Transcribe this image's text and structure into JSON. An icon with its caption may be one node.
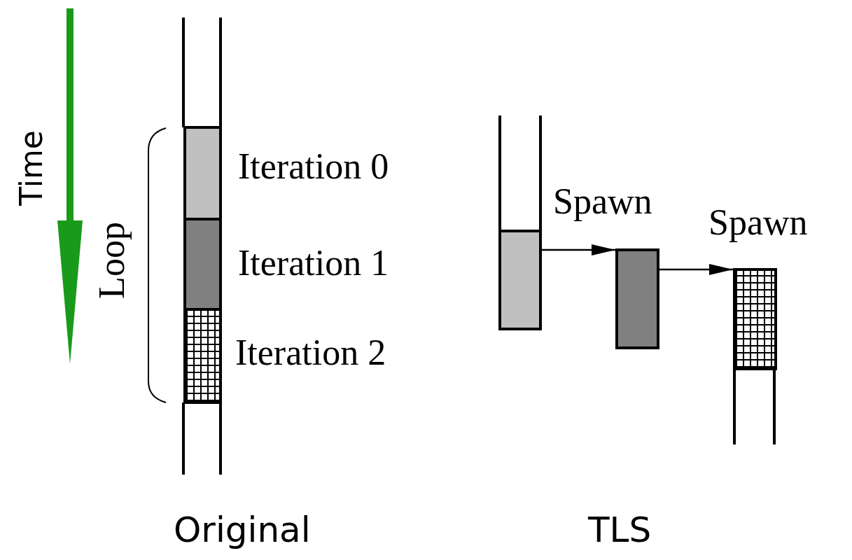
{
  "diagram": {
    "nodes": [
      {
        "text": [],
        "shape": "box",
        "beside": [
          "Iteration 0"
        ]
      },
      {
        "text": [],
        "shape": "box",
        "beside": [
          "Iteration 1"
        ]
      },
      {
        "text": [],
        "shape": "box",
        "beside": [
          "Iteration 2"
        ]
      },
      {
        "text": [],
        "shape": "box"
      },
      {
        "text": [],
        "shape": "box"
      },
      {
        "text": [],
        "shape": "box"
      }
    ],
    "edges": [
      {
        "from": 3,
        "to": 4,
        "arrow": "to",
        "label": "Spawn"
      },
      {
        "from": 4,
        "to": 5,
        "arrow": "to",
        "label": "Spawn"
      }
    ],
    "labels": [
      "Time",
      "Loop",
      "Original",
      "TLS"
    ]
  }
}
